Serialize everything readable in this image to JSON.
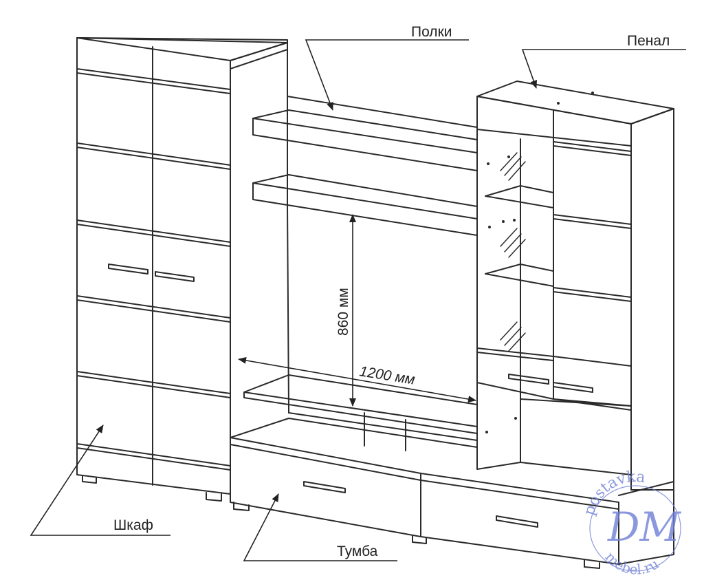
{
  "labels": {
    "polki": "Полки",
    "penal": "Пенал",
    "shkaf": "Шкаф",
    "tumba": "Тумба"
  },
  "dimensions": {
    "height": "860 мм",
    "width": "1200 мм"
  },
  "watermark": {
    "top_text": "postavka",
    "bottom_text": "mebel.ru",
    "monogram": "DM"
  },
  "colors": {
    "line": "#2a2a2a",
    "watermark": "#6f7fd6"
  }
}
